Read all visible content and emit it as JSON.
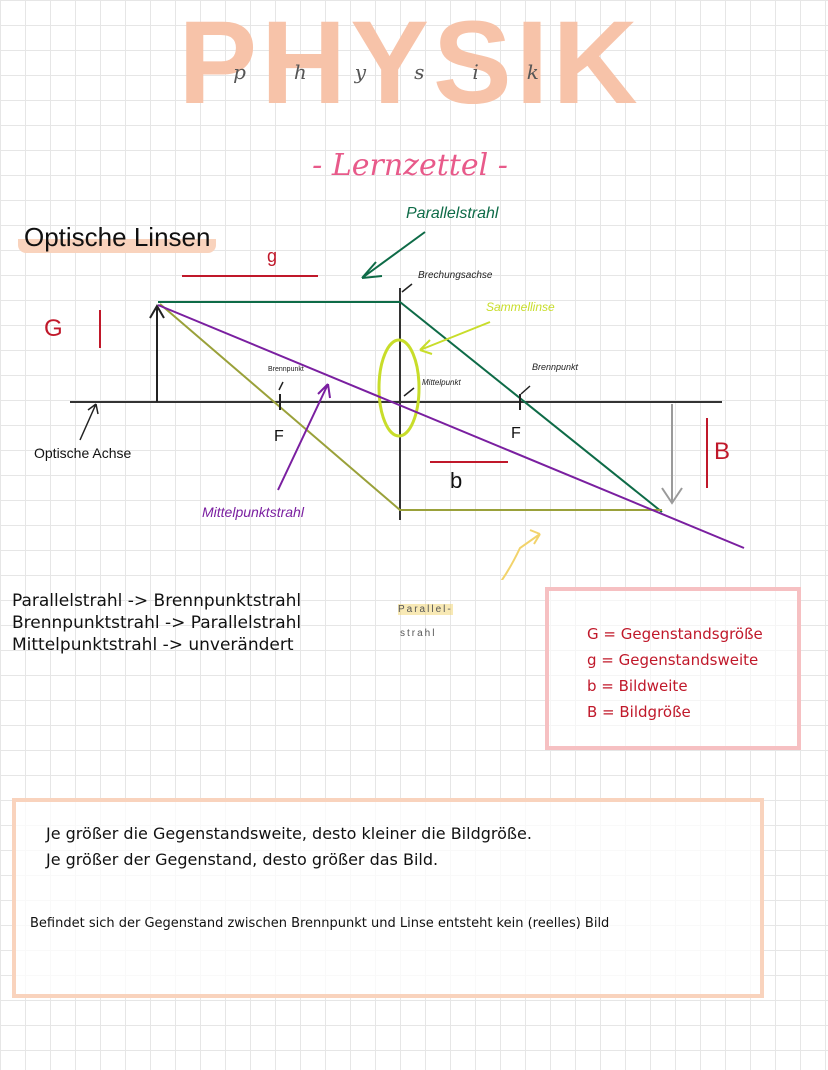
{
  "header": {
    "title_big": "PHYSIK",
    "title_small": "physik",
    "subtitle": "- Lernzettel -"
  },
  "section": {
    "heading": "Optische Linsen"
  },
  "diagram": {
    "labels": {
      "g": "g",
      "G": "G",
      "B": "B",
      "b": "b",
      "F_left": "F",
      "F_right": "F",
      "parallelstrahl": "Parallelstrahl",
      "brechungsachse": "Brechungsachse",
      "sammellinse": "Sammellinse",
      "brennpunkt_left": "Brennpunkt",
      "brennpunkt_right": "Brennpunkt",
      "mittelpunkt": "Mittelpunkt",
      "optische_achse": "Optische Achse",
      "mittelpunktstrahl": "Mittelpunktstrahl",
      "parallelstrahl_bottom_1": "Parallel-",
      "parallelstrahl_bottom_2": "strahl"
    },
    "colors": {
      "green": "#0e6b47",
      "purple": "#7a1fa0",
      "olive": "#9aa13a",
      "lime": "#c8dd2a",
      "red": "#c0182a",
      "grey": "#9a9a9a"
    }
  },
  "rays": [
    "Parallelstrahl -> Brennpunktstrahl",
    "Brennpunktstrahl -> Parallelstrahl",
    "Mittelpunktstrahl -> unverändert"
  ],
  "legend": [
    "G = Gegenstandsgröße",
    "g = Gegenstandsweite",
    "b = Bildweite",
    "B = Bildgröße"
  ],
  "notes": {
    "line1": "Je größer die Gegenstandsweite, desto kleiner die Bildgröße.",
    "line2": "Je größer der Gegenstand, desto größer das Bild.",
    "line3": "Befindet sich der Gegenstand zwischen Brennpunkt und Linse entsteht kein (reelles) Bild"
  }
}
